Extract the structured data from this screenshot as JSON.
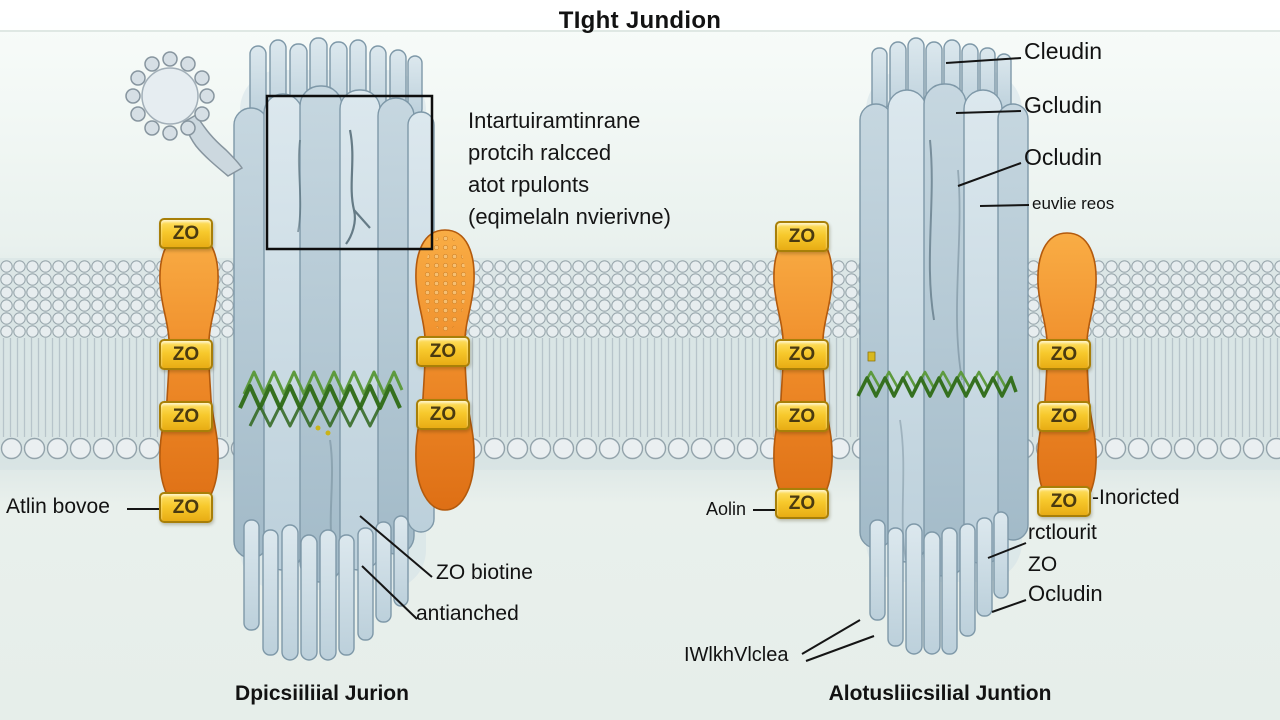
{
  "title": "TIght Jundion",
  "zo": "ZO",
  "right_top": {
    "claudin": "Cleudin",
    "gcludin": "Gcludin",
    "ocludin": "Ocludin",
    "small": "euvlie reos"
  },
  "note": {
    "line1": "Intartuiramtinrane",
    "line2": "protcih ralcced",
    "line3": "atot rpulonts",
    "line4": "(eqimelaln nvierivne)"
  },
  "left_side": {
    "actin": "Atlin bovoe",
    "zo_biotine": "ZO biotine",
    "antianched": "antianched"
  },
  "right_side": {
    "aolin": "Aolin",
    "inoricted": "-Inoricted",
    "rctlourit": "rctlourit",
    "zo": "ZO",
    "ocludin": "Ocludin",
    "wlk": "IWlkhVlclea"
  },
  "captions": {
    "left": "Dpicsiiliial Jurion",
    "right": "Alotusliicsilial Juntion"
  },
  "colors": {
    "orange": "#e8791f",
    "yellow": "#f7c92c",
    "protein_blue": "#b9cdd9",
    "green": "#3c7a26",
    "outline": "#7e98a8"
  }
}
